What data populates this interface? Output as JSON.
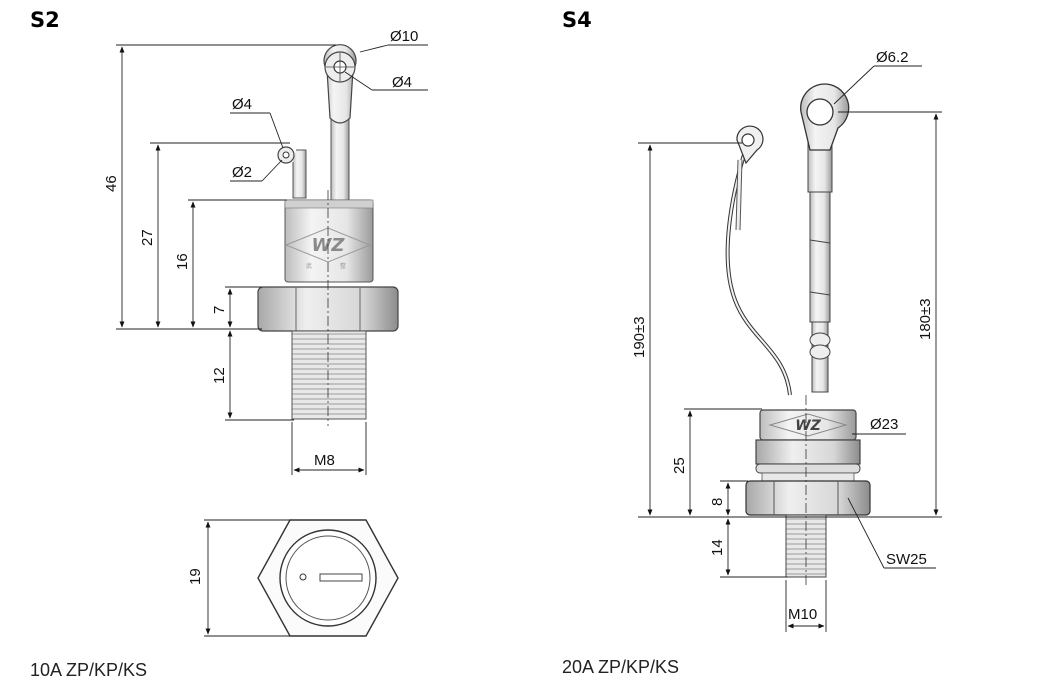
{
  "left": {
    "title": "S2",
    "caption": "10A  ZP/KP/KS",
    "dims": {
      "ring_outer": "Ø10",
      "ring_inner": "Ø4",
      "small_outer": "Ø4",
      "small_inner": "Ø2",
      "h46": "46",
      "h27": "27",
      "h16": "16",
      "h7": "7",
      "h12": "12",
      "thread": "M8",
      "across_flats": "19"
    },
    "logo": "WZ",
    "logo_sub": [
      "武",
      "整"
    ]
  },
  "right": {
    "title": "S4",
    "caption": "20A  ZP/KP/KS",
    "dims": {
      "ring": "Ø6.2",
      "h190": "190±3",
      "h180": "180±3",
      "h25": "25",
      "h8": "8",
      "h14": "14",
      "thread": "M10",
      "diameter": "Ø23",
      "wrench": "SW25"
    },
    "logo": "WZ"
  }
}
